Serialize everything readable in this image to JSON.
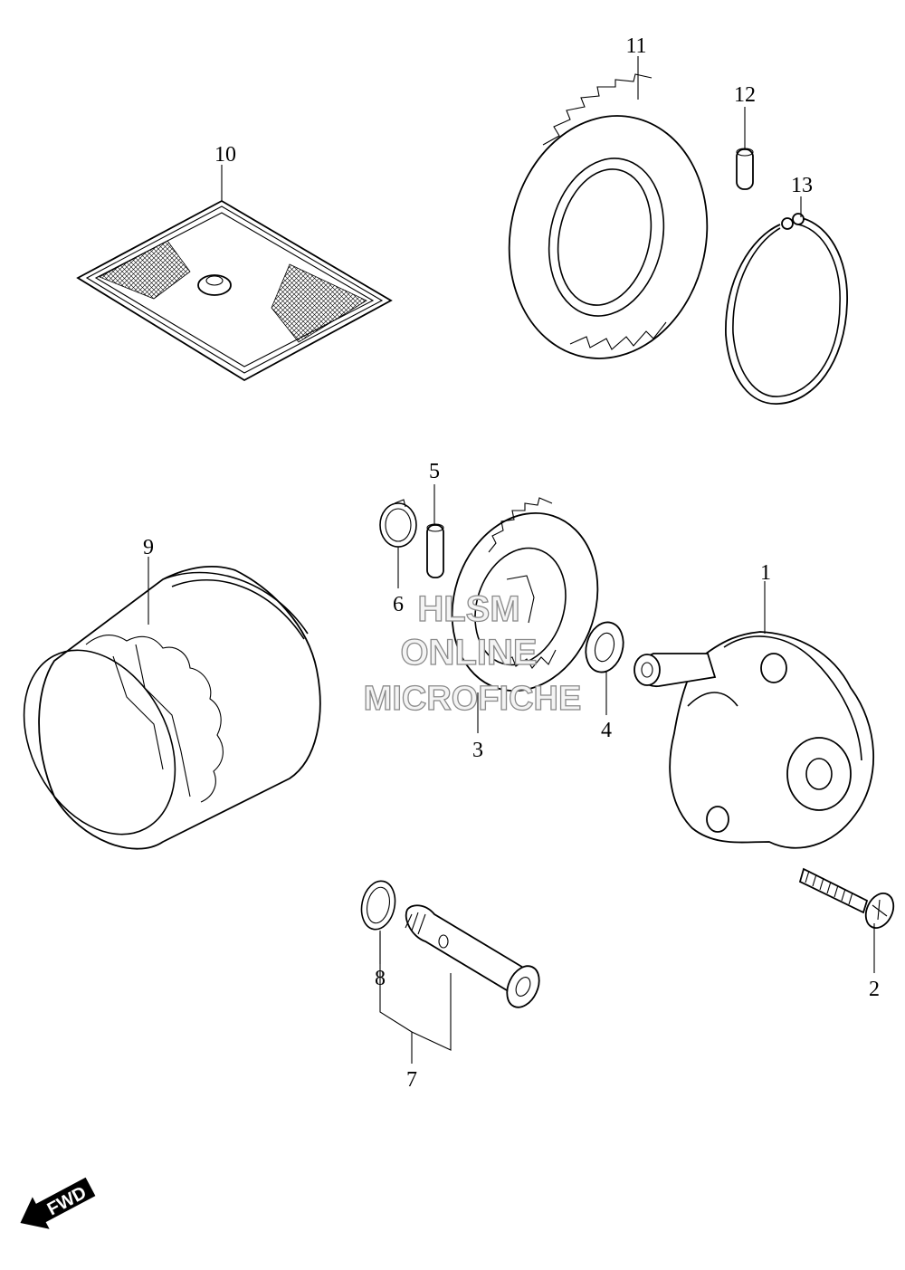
{
  "callouts": [
    {
      "id": "1",
      "label": "1"
    },
    {
      "id": "2",
      "label": "2"
    },
    {
      "id": "3",
      "label": "3"
    },
    {
      "id": "4",
      "label": "4"
    },
    {
      "id": "5",
      "label": "5"
    },
    {
      "id": "6",
      "label": "6"
    },
    {
      "id": "7",
      "label": "7"
    },
    {
      "id": "8",
      "label": "8"
    },
    {
      "id": "9",
      "label": "9"
    },
    {
      "id": "10",
      "label": "10"
    },
    {
      "id": "11",
      "label": "11"
    },
    {
      "id": "12",
      "label": "12"
    },
    {
      "id": "13",
      "label": "13"
    }
  ],
  "watermark": {
    "line1": "HLSM",
    "line2": "ONLINE",
    "line3": "MICROFICHE"
  },
  "fwd_arrow": {
    "label": "FWD"
  }
}
